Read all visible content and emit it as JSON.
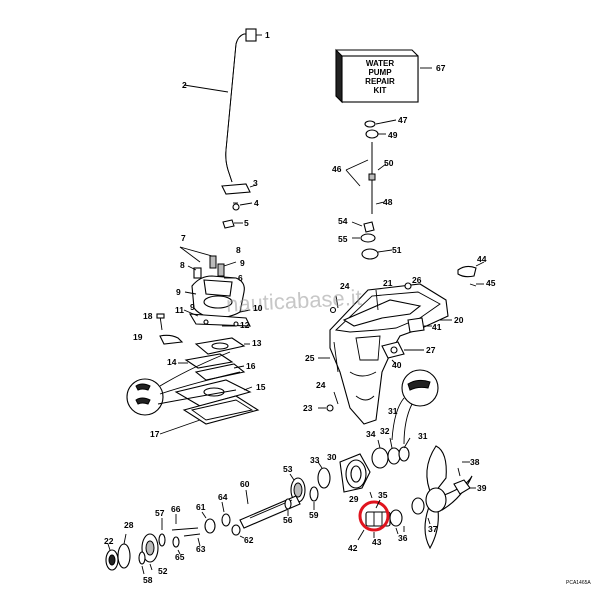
{
  "watermark": "nauticabase.it",
  "kit": {
    "line1": "WATER",
    "line2": "PUMP",
    "line3": "REPAIR",
    "line4": "KIT",
    "callout": "67"
  },
  "code": "PCA1465A",
  "highlight_color": "#e0141e",
  "callouts": {
    "c1": "1",
    "c2": "2",
    "c3": "3",
    "c4": "4",
    "c5": "5",
    "c6": "6",
    "c7": "7",
    "c8a": "8",
    "c8b": "8",
    "c9a": "9",
    "c9b": "9",
    "c9c": "9",
    "c10": "10",
    "c11": "11",
    "c12": "12",
    "c13": "13",
    "c14": "14",
    "c15": "15",
    "c16": "16",
    "c17": "17",
    "c18": "18",
    "c19": "19",
    "c20": "20",
    "c21": "21",
    "c22": "22",
    "c23": "23",
    "c24a": "24",
    "c24b": "24",
    "c25": "25",
    "c26": "26",
    "c27": "27",
    "c28": "28",
    "c29": "29",
    "c30": "30",
    "c31a": "31",
    "c31b": "31",
    "c32": "32",
    "c33": "33",
    "c34": "34",
    "c35": "35",
    "c36": "36",
    "c37": "37",
    "c38": "38",
    "c39": "39",
    "c40": "40",
    "c41": "41",
    "c42": "42",
    "c43": "43",
    "c44": "44",
    "c45": "45",
    "c46": "46",
    "c47": "47",
    "c48": "48",
    "c49": "49",
    "c50": "50",
    "c51": "51",
    "c52": "52",
    "c53": "53",
    "c54": "54",
    "c55": "55",
    "c56": "56",
    "c57": "57",
    "c58": "58",
    "c59": "59",
    "c60": "60",
    "c61": "61",
    "c62": "62",
    "c63": "63",
    "c64": "64",
    "c65": "65",
    "c66": "66"
  }
}
